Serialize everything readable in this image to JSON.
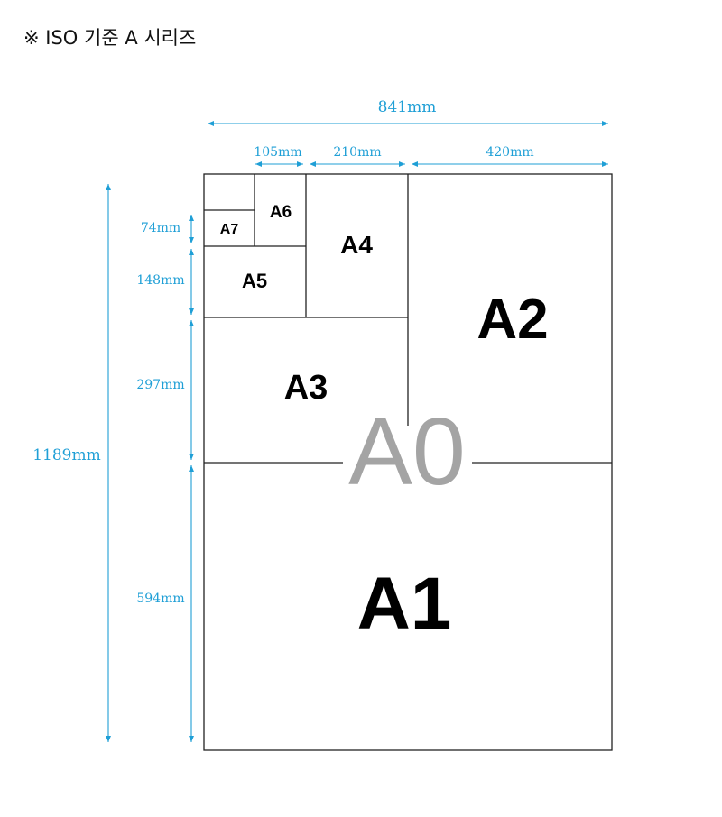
{
  "title": "※ ISO 기준 A 시리즈",
  "colors": {
    "dimension": "#1f9fd6",
    "outline": "#222222",
    "a0_label": "#a4a4a4"
  },
  "dimensions": {
    "width_total": "841mm",
    "w105": "105mm",
    "w210": "210mm",
    "w420": "420mm",
    "height_total": "1189mm",
    "h74": "74mm",
    "h148": "148mm",
    "h297": "297mm",
    "h594": "594mm"
  },
  "sheets": {
    "a0": "A0",
    "a1": "A1",
    "a2": "A2",
    "a3": "A3",
    "a4": "A4",
    "a5": "A5",
    "a6": "A6",
    "a7": "A7"
  }
}
